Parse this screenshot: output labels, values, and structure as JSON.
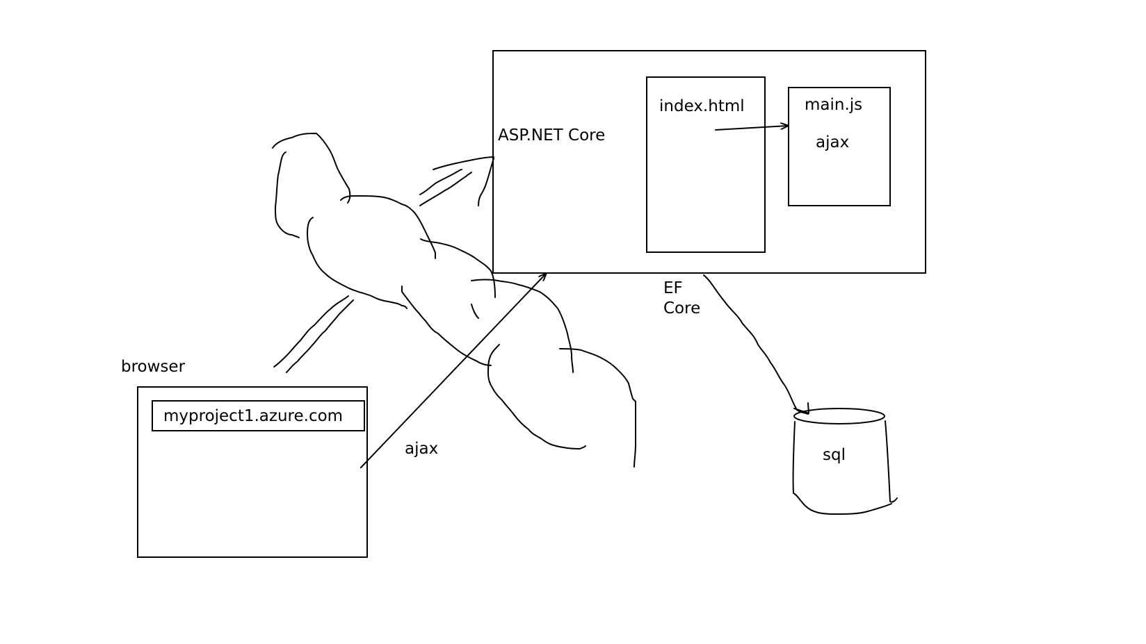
{
  "diagram": {
    "server": {
      "label": "ASP.NET Core",
      "index_page": "index.html",
      "script_file": "main.js",
      "script_note": "ajax"
    },
    "browser": {
      "label": "browser",
      "url": "myproject1.azure.com"
    },
    "request_label": "ajax",
    "orm": {
      "line1": "EF",
      "line2": "Core"
    },
    "database": {
      "label": "sql"
    }
  }
}
